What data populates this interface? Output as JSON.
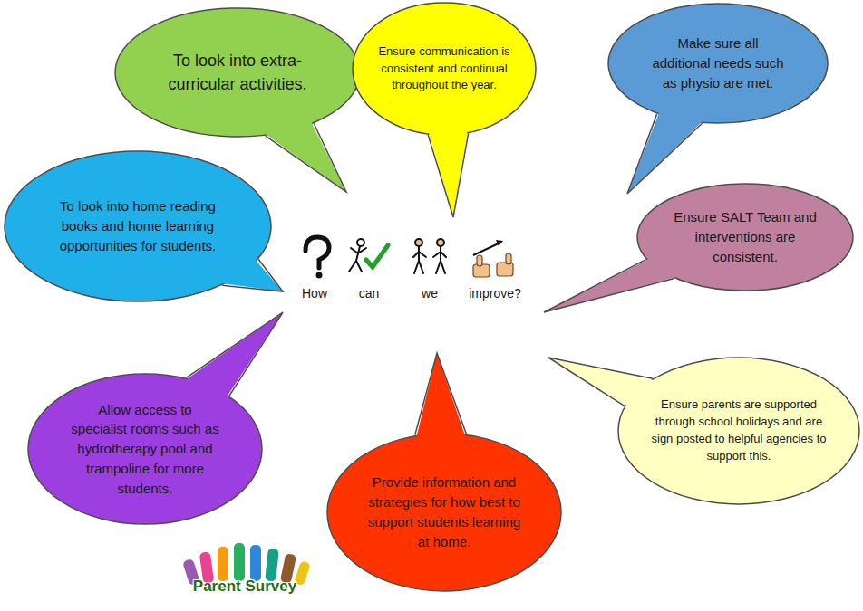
{
  "diagram": {
    "nodes": [
      {
        "text": [
          "To look into extra-curricular activities."
        ]
      },
      {
        "text": [
          "Ensure communication is consistent and continual throughout the year."
        ]
      },
      {
        "text": [
          "Make sure all additional needs such as physio are met."
        ]
      },
      {
        "text": [
          "To look into home reading books and home learning opportunities for students."
        ]
      },
      {
        "text": [
          "Ensure SALT Team and interventions are consistent."
        ]
      },
      {
        "text": [
          "Ensure parents are supported through school holidays and are sign posted to helpful agencies to support this."
        ]
      },
      {
        "text": [
          "Allow access to specialist rooms such as hydrotherapy pool and trampoline for more students."
        ]
      },
      {
        "text": [
          "Provide information and strategies for how best to support students learning at home."
        ]
      }
    ],
    "labels": [
      "How",
      "can",
      "we",
      "improve?",
      "Parent Survey"
    ]
  }
}
